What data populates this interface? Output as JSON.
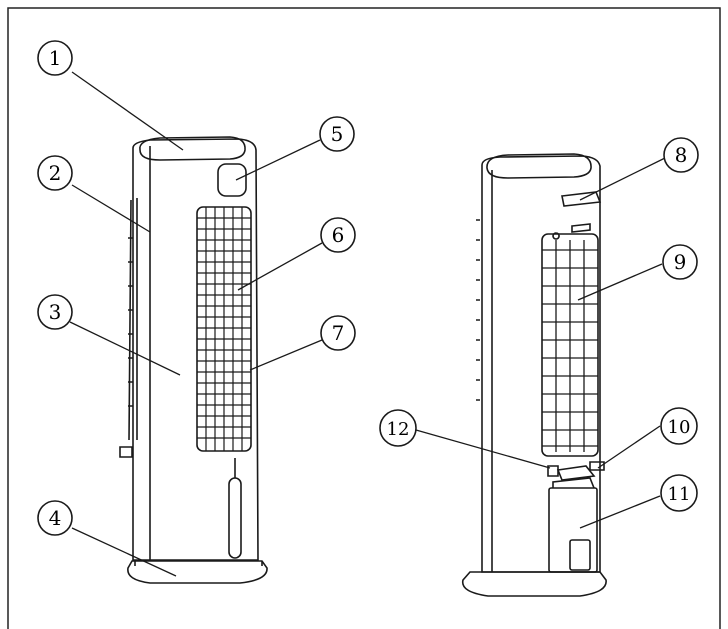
{
  "callouts": [
    {
      "id": "c1",
      "label": "1"
    },
    {
      "id": "c2",
      "label": "2"
    },
    {
      "id": "c3",
      "label": "3"
    },
    {
      "id": "c4",
      "label": "4"
    },
    {
      "id": "c5",
      "label": "5"
    },
    {
      "id": "c6",
      "label": "6"
    },
    {
      "id": "c7",
      "label": "7"
    },
    {
      "id": "c8",
      "label": "8"
    },
    {
      "id": "c9",
      "label": "9"
    },
    {
      "id": "c10",
      "label": "10"
    },
    {
      "id": "c11",
      "label": "11"
    },
    {
      "id": "c12",
      "label": "12"
    }
  ],
  "colors": {
    "line": "#1a1a1a",
    "background": "#ffffff"
  }
}
